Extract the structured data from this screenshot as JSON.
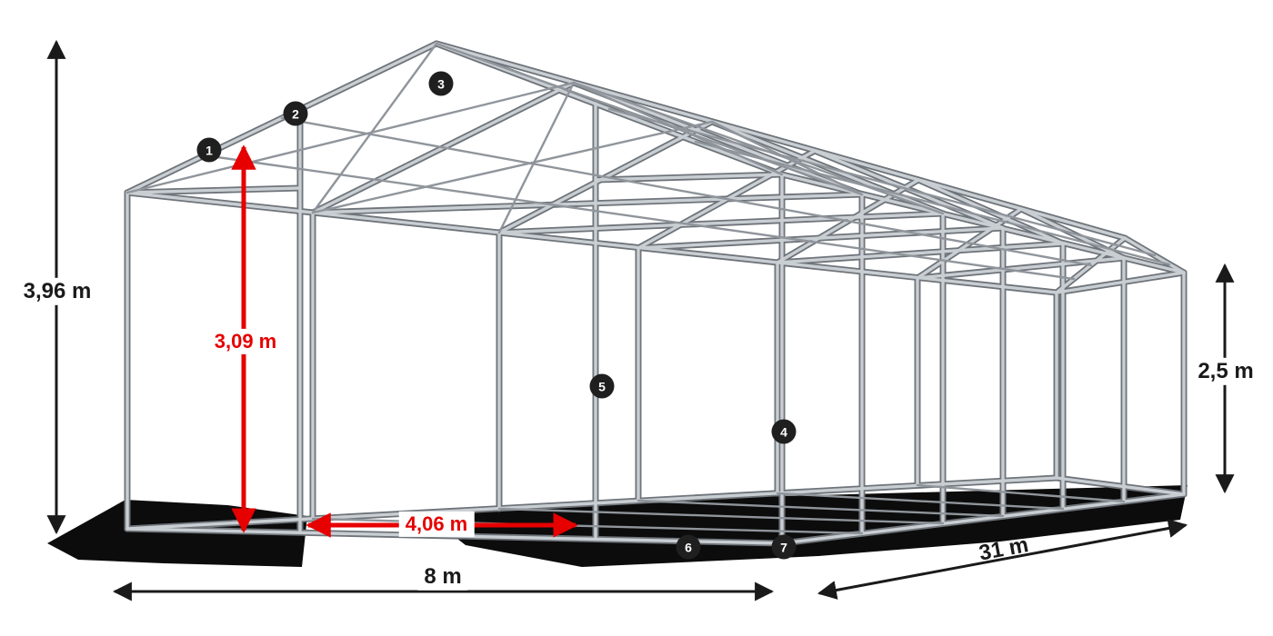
{
  "diagram": {
    "type": "tent-frame-technical-illustration",
    "dimensions": {
      "total_height": "3,96 m",
      "inner_height": "3,09 m",
      "entrance_width": "4,06 m",
      "side_height": "2,5 m",
      "gable_width": "8 m",
      "length": "31 m"
    },
    "markers": [
      "1",
      "2",
      "3",
      "4",
      "5",
      "6",
      "7"
    ],
    "colors": {
      "highlight_red": "#e60000",
      "dimension_black": "#1a1a1a",
      "frame_tube_light": "#c9ced3",
      "frame_tube_dark": "#6e747a",
      "marker_background": "#1f1f1f",
      "shadow": "#0c0c0c"
    }
  }
}
